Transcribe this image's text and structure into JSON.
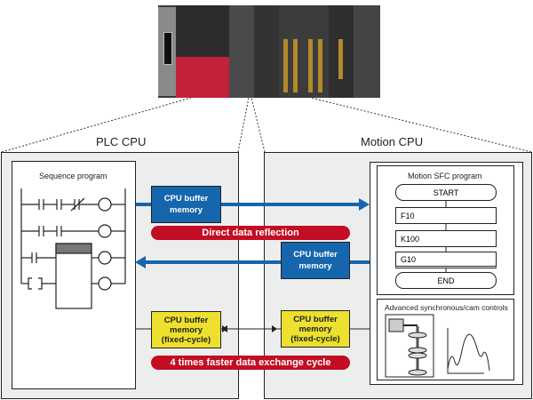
{
  "plc_panel": {
    "title": "PLC CPU",
    "sequence_program_label": "Sequence program"
  },
  "motion_panel": {
    "title": "Motion CPU",
    "sfc_label": "Motion SFC program",
    "sfc_steps": [
      "START",
      "F10",
      "K100",
      "G10",
      "END"
    ],
    "advanced_label": "Advanced synchronous/cam controls"
  },
  "buffers": {
    "plc_to_motion": [
      "CPU buffer",
      "memory"
    ],
    "motion_to_plc": [
      "CPU buffer",
      "memory"
    ],
    "plc_fixed": [
      "CPU buffer",
      "memory",
      "(fixed-cycle)"
    ],
    "motion_fixed": [
      "CPU buffer",
      "memory",
      "(fixed-cycle)"
    ]
  },
  "banners": {
    "direct": "Direct data reflection",
    "faster": "4 times faster data exchange cycle"
  },
  "colors": {
    "buffer_blue": "#1566ad",
    "buffer_yellow": "#ede02e",
    "banner_red": "#c30d23",
    "panel_gray": "#eceeee"
  }
}
